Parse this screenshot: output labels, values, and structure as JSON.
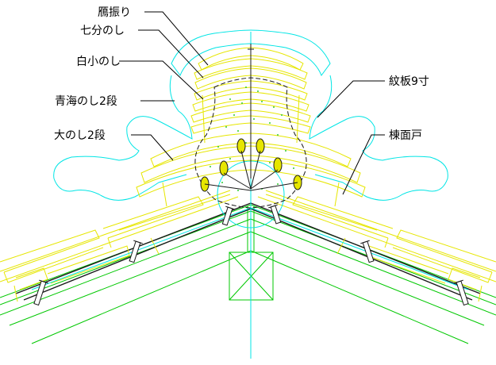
{
  "labels": {
    "ganburi": "鴈振り",
    "nanabun_noshi": "七分のし",
    "shiro_ko_noshi": "白小のし",
    "seikai_noshi": "青海のし2段",
    "oo_noshi": "大のし2段",
    "monita": "紋板9寸",
    "munemendo": "棟面戸"
  },
  "colors": {
    "cyan": "#00e5e5",
    "yellow": "#e6e600",
    "green": "#00c800",
    "dark": "#1a1a1a",
    "leader": "#000000",
    "dot": "#33cc33"
  }
}
